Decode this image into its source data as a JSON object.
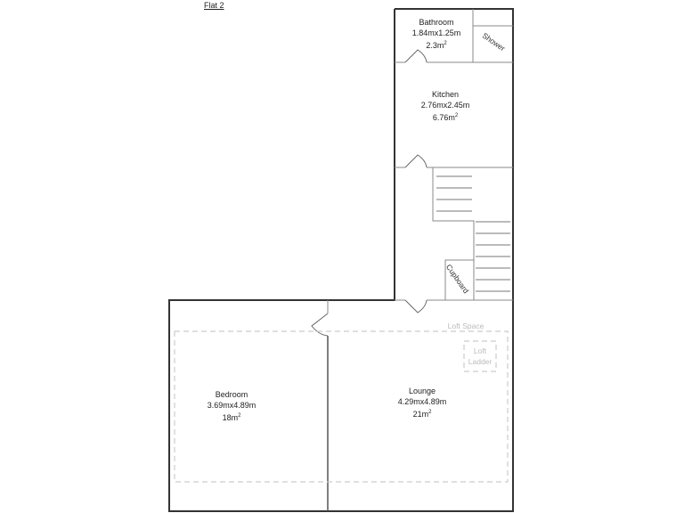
{
  "title": "Flat 2",
  "rooms": [
    {
      "name": "Bathroom",
      "dims": "1.84mx1.25m",
      "area": "2.3m",
      "area_unit_sup": "2"
    },
    {
      "name": "Kitchen",
      "dims": "2.76mx2.45m",
      "area": "6.76m",
      "area_unit_sup": "2"
    },
    {
      "name": "Bedroom",
      "dims": "3.69mx4.89m",
      "area": "18m",
      "area_unit_sup": "2"
    },
    {
      "name": "Lounge",
      "dims": "4.29mx4.89m",
      "area": "21m",
      "area_unit_sup": "2"
    }
  ],
  "fixtures": {
    "shower": "Shower",
    "cupboard": "Cupboard",
    "loft_space": "Loft Space",
    "loft_ladder_line1": "Loft",
    "loft_ladder_line2": "Ladder"
  },
  "colors": {
    "wall": "#333333",
    "inner_wall": "#888888",
    "dashed": "#cccccc",
    "loft_text": "#bbbbbb"
  }
}
